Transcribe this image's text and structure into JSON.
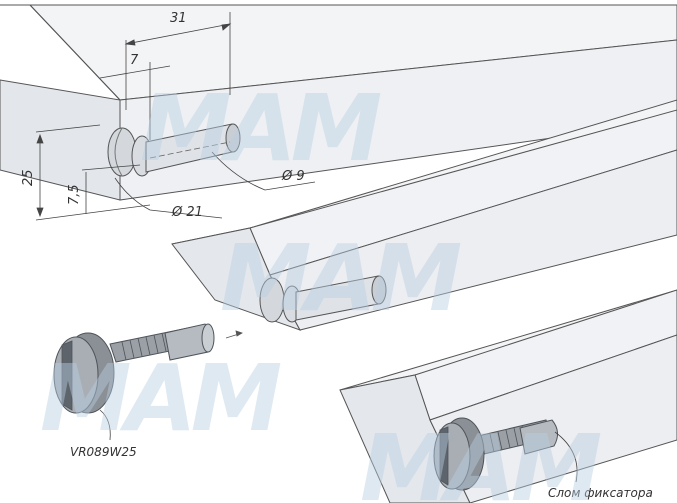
{
  "dimensions": {
    "width_31": "31",
    "width_7": "7",
    "height_25": "25",
    "height_7_5": "7,5",
    "diameter_9": "Ø 9",
    "diameter_21": "Ø 21"
  },
  "labels": {
    "part_code": "VR089W25",
    "break_note": "Слом фиксатора"
  },
  "watermark": {
    "text": "MAM"
  },
  "colors": {
    "board_top": "#f3f4f6",
    "board_front": "#e3e6ea",
    "board_side": "#d9dde2",
    "outline": "#555555",
    "metal": "#8a9096",
    "metal_dark": "#5e646b",
    "watermark": "#b9cfe3"
  }
}
